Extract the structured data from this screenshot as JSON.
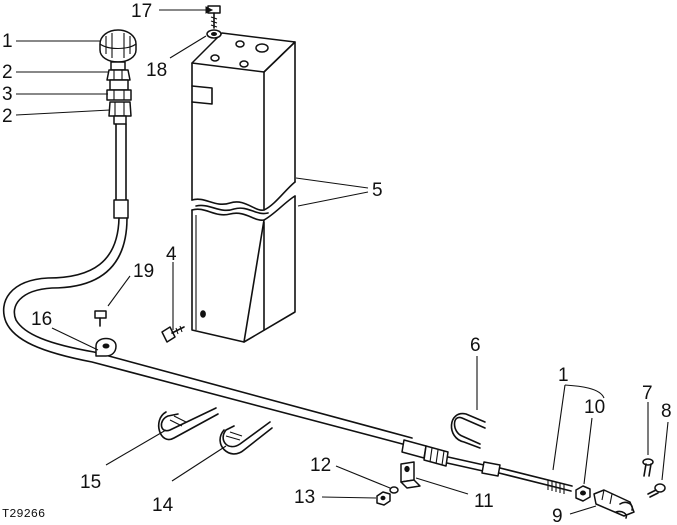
{
  "figure_id": "T29266",
  "colors": {
    "ink": "#111111",
    "background": "#ffffff"
  },
  "callouts": {
    "c1_top": "1",
    "c2_top": "2",
    "c3": "3",
    "c2_lower": "2",
    "c17": "17",
    "c18": "18",
    "c5": "5",
    "c4": "4",
    "c19": "19",
    "c16": "16",
    "c6": "6",
    "c1_right": "1",
    "c10": "10",
    "c7": "7",
    "c8": "8",
    "c15": "15",
    "c14": "14",
    "c12": "12",
    "c13": "13",
    "c11": "11",
    "c9": "9"
  }
}
